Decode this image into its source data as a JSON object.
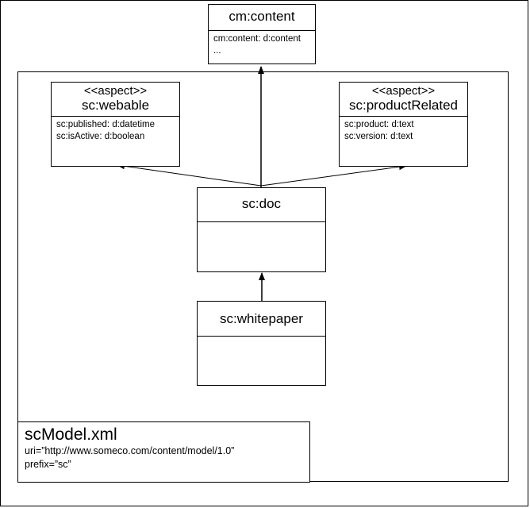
{
  "content_type": {
    "name": "cm:content",
    "properties": [
      "cm:content: d:content",
      "..."
    ]
  },
  "aspect_webable": {
    "stereotype": "<<aspect>>",
    "name": "sc:webable",
    "properties": [
      "sc:published: d:datetime",
      "sc:isActive: d:boolean"
    ]
  },
  "aspect_product": {
    "stereotype": "<<aspect>>",
    "name": "sc:productRelated",
    "properties": [
      "sc:product: d:text",
      "sc:version: d:text"
    ]
  },
  "doc": {
    "name": "sc:doc"
  },
  "whitepaper": {
    "name": "sc:whitepaper"
  },
  "model": {
    "file": "scModel.xml",
    "uri": "uri=”http://www.someco.com/content/model/1.0”",
    "prefix": "prefix=”sc”"
  }
}
